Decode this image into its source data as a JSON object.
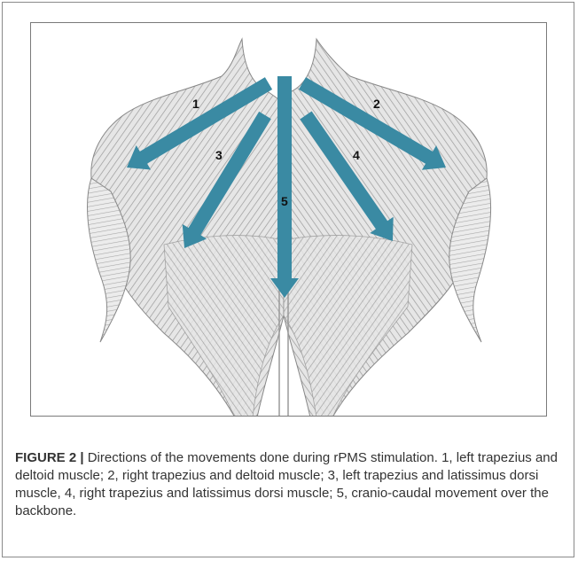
{
  "figure": {
    "label": "FIGURE 2 |",
    "caption": "Directions of the movements done during rPMS stimulation. 1, left trapezius and deltoid muscle; 2, right trapezius and deltoid muscle; 3, left trapezius and latissimus dorsi muscle, 4, right trapezius and latissimus dorsi muscle; 5, cranio-caudal movement over the backbone."
  },
  "arrows": [
    {
      "number": "1"
    },
    {
      "number": "2"
    },
    {
      "number": "3"
    },
    {
      "number": "4"
    },
    {
      "number": "5"
    }
  ],
  "colors": {
    "arrow": "#3a8aa3",
    "muscle": "#b8b8b8"
  }
}
